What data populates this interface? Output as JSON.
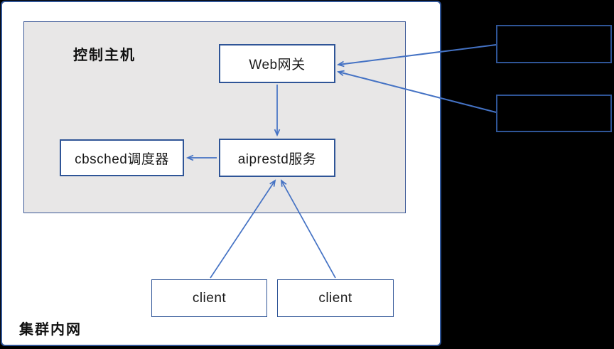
{
  "diagram": {
    "outer_zone_label": "集群内网",
    "host_zone_label": "控制主机",
    "nodes": {
      "web_gateway": {
        "label": "Web网关"
      },
      "aiprestd": {
        "label": "aiprestd服务"
      },
      "cbsched": {
        "label": "cbsched调度器"
      },
      "client_left": {
        "label": "client"
      },
      "client_right": {
        "label": "client"
      },
      "redacted_top": {
        "label": ""
      },
      "redacted_bottom": {
        "label": ""
      }
    },
    "edges": [
      {
        "from": "web_gateway",
        "to": "aiprestd"
      },
      {
        "from": "aiprestd",
        "to": "cbsched"
      },
      {
        "from": "client_left",
        "to": "aiprestd"
      },
      {
        "from": "client_right",
        "to": "aiprestd"
      },
      {
        "from": "redacted_top",
        "to": "web_gateway"
      },
      {
        "from": "redacted_bottom",
        "to": "web_gateway"
      }
    ],
    "colors": {
      "background": "#000000",
      "zone_fill": "#ffffff",
      "host_fill": "#E8E7E7",
      "box_border": "#2F5597",
      "connector": "#4472C4",
      "text": "#1a1a1a"
    }
  }
}
